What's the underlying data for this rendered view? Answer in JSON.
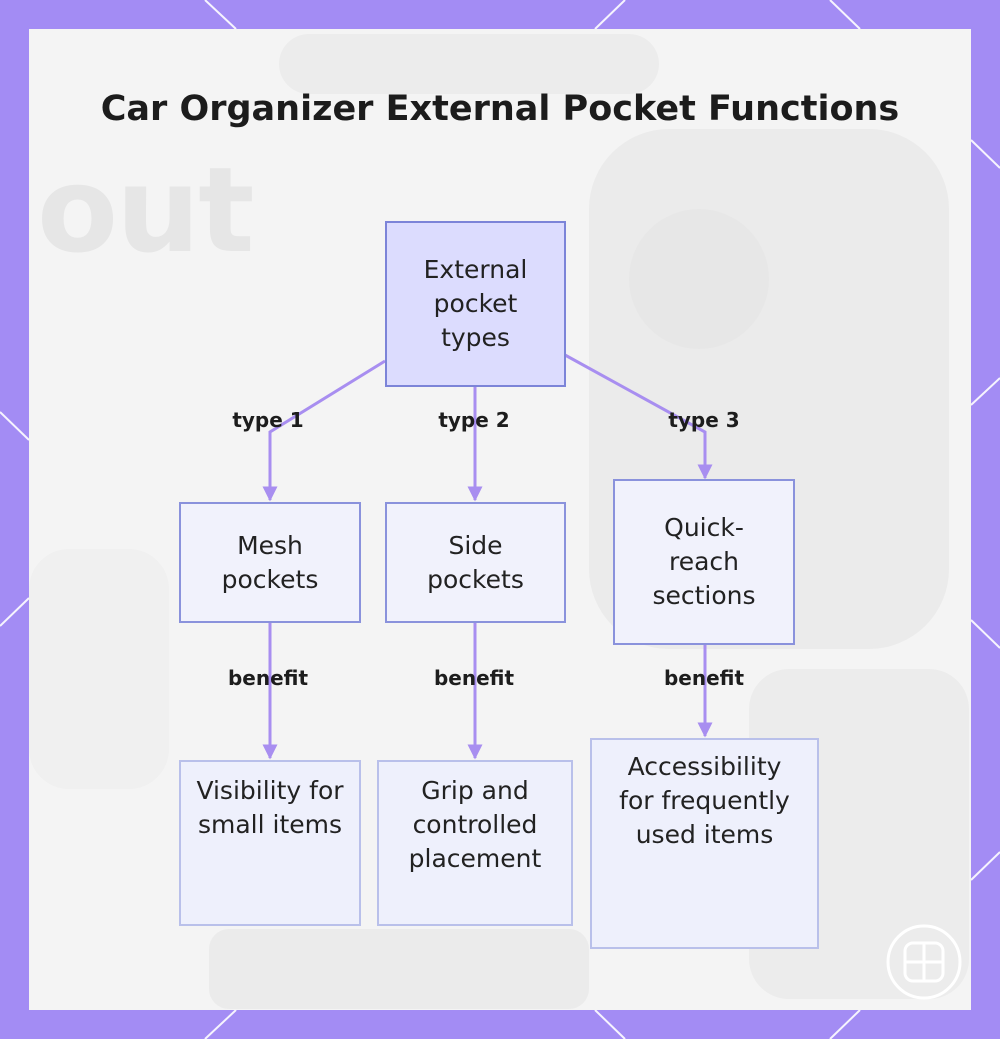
{
  "diagram": {
    "title": "Car Organizer External Pocket Functions",
    "background_word": "out",
    "root": {
      "label": "External pocket types"
    },
    "branches": [
      {
        "edge_label": "type 1",
        "node": "Mesh pockets",
        "benefit_label": "benefit",
        "benefit": "Visibility for small items"
      },
      {
        "edge_label": "type 2",
        "node": "Side pockets",
        "benefit_label": "benefit",
        "benefit": "Grip and controlled placement"
      },
      {
        "edge_label": "type 3",
        "node": "Quick-reach sections",
        "benefit_label": "benefit",
        "benefit": "Accessibility for frequently used items"
      }
    ]
  },
  "colors": {
    "frame": "#a38cf4",
    "panel": "#f4f4f4",
    "connector": "#a88ef0",
    "root_fill": "#dcdcfe",
    "root_border": "#7c84d8",
    "node_fill": "#f1f2fc",
    "node_border": "#8a92dc",
    "leaf_border": "#b9c0ea"
  },
  "icons": {
    "corner_logo": "grid-logo-icon"
  }
}
